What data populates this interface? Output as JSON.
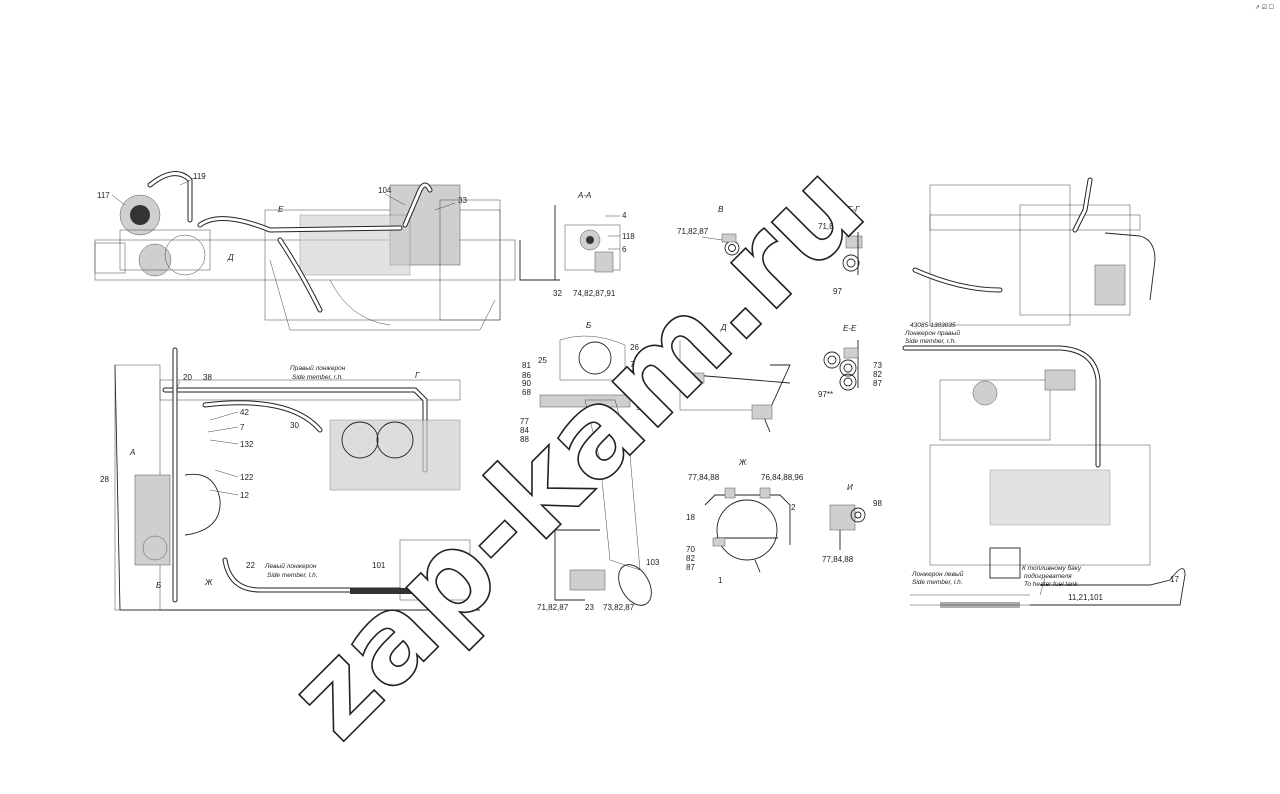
{
  "watermark": "zap-kam.ru",
  "toolbar_text": "↗ ☑ ☐",
  "section_titles": {
    "aa": "А-А",
    "v": "В",
    "gg": "Г-Г",
    "b": "Б",
    "d": "Д",
    "ee": "Е-Е",
    "zh": "Ж",
    "i": "И"
  },
  "captions": {
    "part_no": "43085-1303035",
    "right_member_ru": "Лонжерон правый",
    "right_member_en": "Side member, r.h.",
    "right_member_ru_main": "Правый лонжерон",
    "right_member_en_main": "Side member, r.h.",
    "left_member_ru_main": "Левый лонжерон",
    "left_member_en_main": "Side member, l.h.",
    "left_member_ru": "Лонжерон левый",
    "left_member_en": "Side member, l.h.",
    "fuel_tank_ru1": "К топливному баку",
    "fuel_tank_ru2": "подогревателя",
    "fuel_tank_en": "To heater fuel tank"
  },
  "labels": {
    "p117": "117",
    "p119": "119",
    "p104": "104",
    "p33": "33",
    "e_mark": "Е",
    "d_mark": "Д",
    "aa_4": "4",
    "aa_118": "118",
    "aa_6": "6",
    "aa_32": "32",
    "aa_74": "74,82,87,91",
    "v_71": "71,82,87",
    "v_97": "97",
    "gg_71": "71,82,87",
    "gg_97": "97",
    "p20": "20",
    "p38": "38",
    "p42": "42",
    "p7": "7",
    "p132": "132",
    "p30": "30",
    "p122": "122",
    "p12": "12",
    "p28": "28",
    "p22": "22",
    "p101": "101",
    "a_mark": "А",
    "b_mark": "Б",
    "zh_mark": "Ж",
    "g_mark": "Г",
    "b_81": "81",
    "b_25": "25",
    "b_86": "86",
    "b_90": "90",
    "b_68": "68",
    "b_26": "26",
    "b_70": "70",
    "b_87": "87",
    "b_71": "71",
    "b_87b": "87",
    "b_91": "91",
    "b_77": "77",
    "b_84": "84",
    "b_88": "88",
    "b_8": "8",
    "b_103": "103",
    "b_71b": "71,82,87",
    "b_23": "23",
    "b_73": "73,82,87",
    "ee_73": "73",
    "ee_82": "82",
    "ee_87": "87",
    "ee_97": "97**",
    "zh_77": "77,84,88",
    "zh_76": "76,84,88,96",
    "zh_18": "18",
    "zh_2": "2",
    "zh_70": "70",
    "zh_82": "82",
    "zh_87": "87",
    "zh_1": "1",
    "i_98": "98",
    "i_77": "77,84,88",
    "r_17": "17",
    "r_11": "11,21,101"
  }
}
